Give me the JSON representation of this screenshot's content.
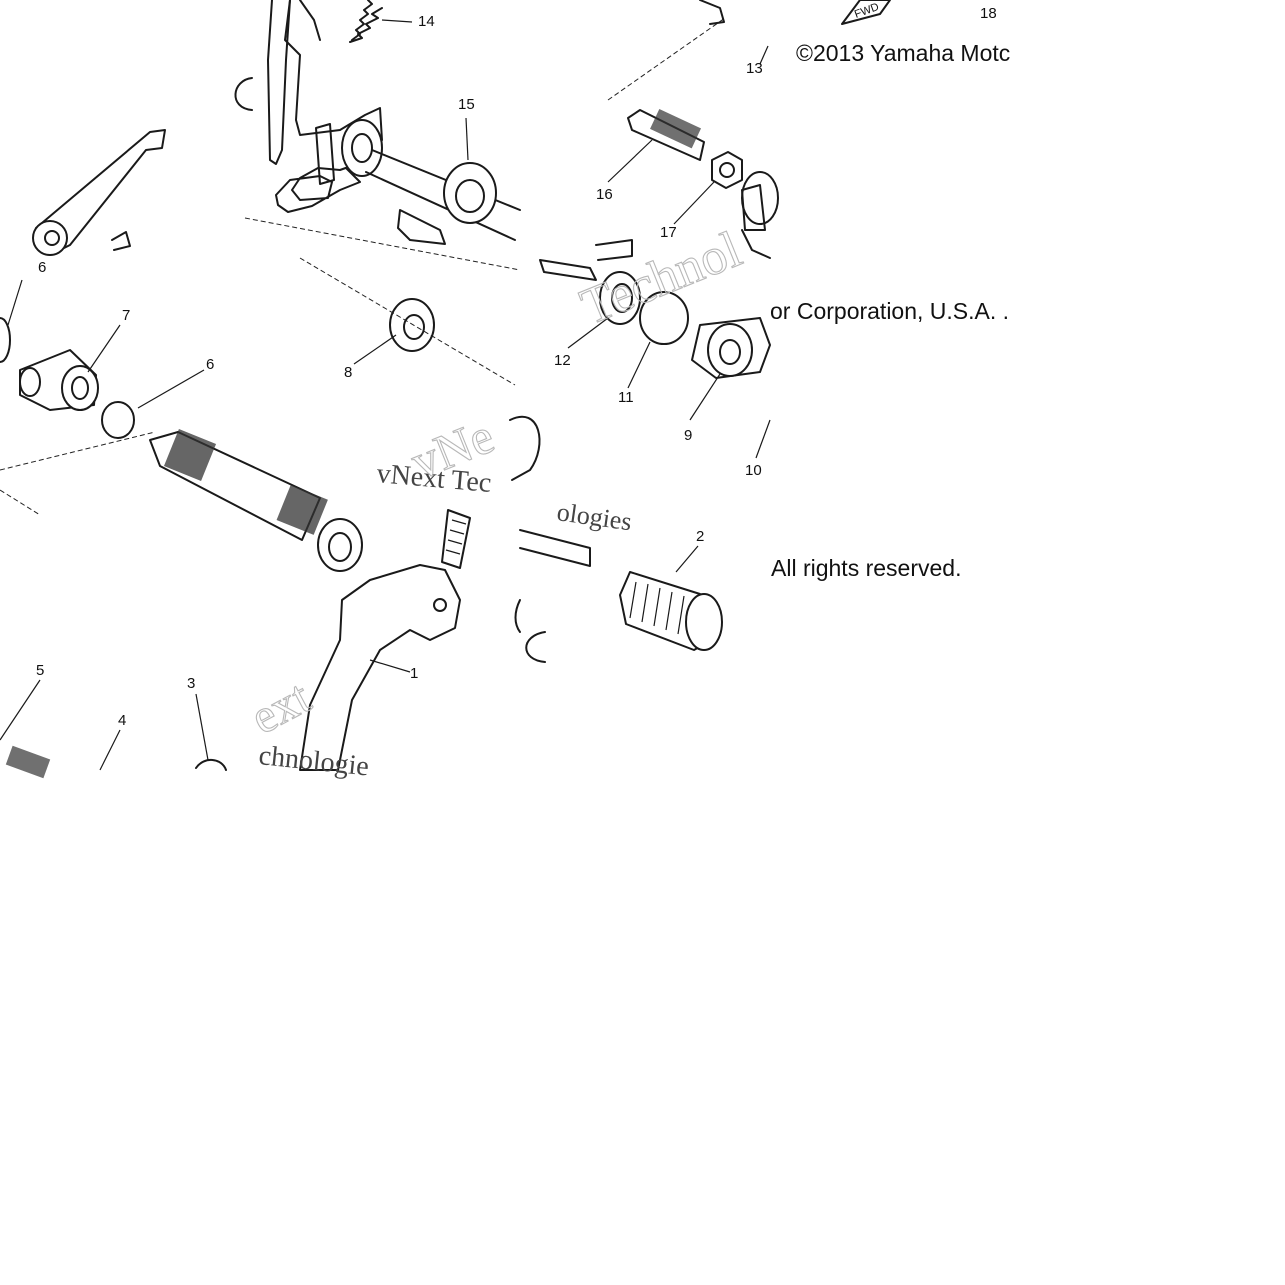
{
  "copyright": {
    "line1": "©2013 Yamaha Motc",
    "line2": "or Corporation, U.S.A. .",
    "line3": "All rights reserved."
  },
  "callouts": [
    "1",
    "2",
    "3",
    "4",
    "5",
    "6",
    "6",
    "7",
    "8",
    "9",
    "10",
    "11",
    "12",
    "13",
    "14",
    "15",
    "16",
    "17",
    "18"
  ],
  "fwd_label": "FWD",
  "watermarks": [
    "vNext Tec",
    "Technol",
    "vNe",
    "ologies",
    "chnologie",
    "ext"
  ]
}
